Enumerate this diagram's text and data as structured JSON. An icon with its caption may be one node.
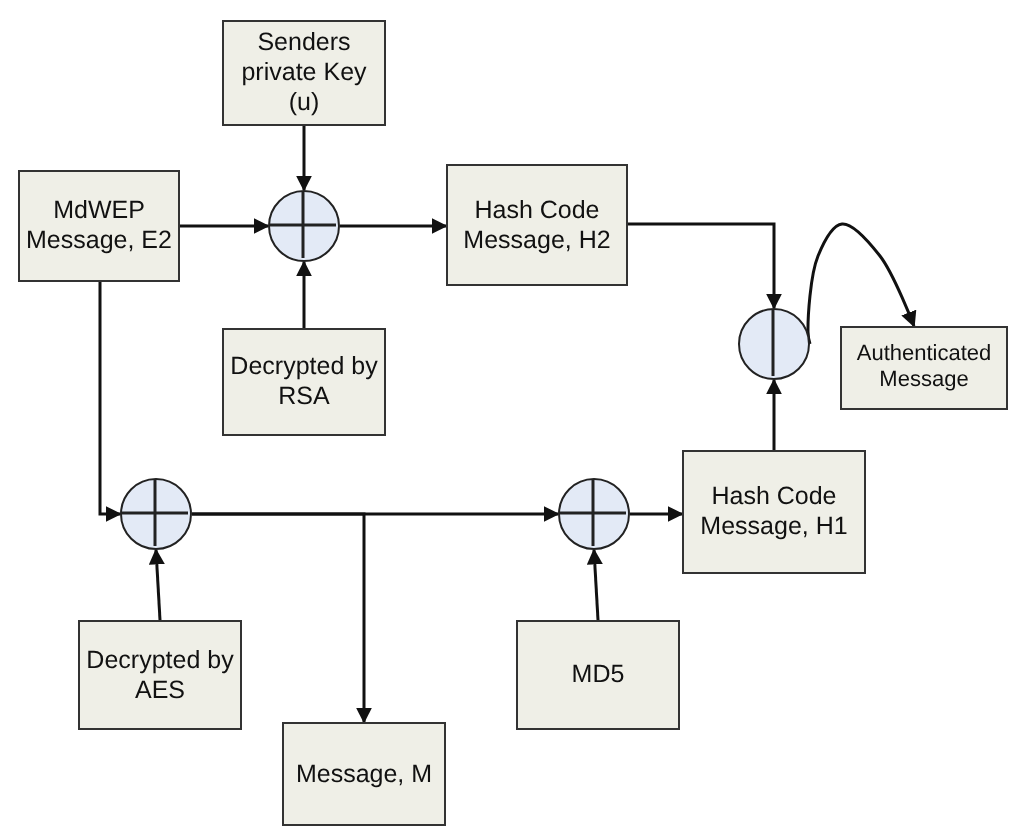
{
  "diagram": {
    "nodes": [
      {
        "text": [
          "Senders private Key (u)"
        ]
      },
      {
        "text": [
          "MdWEP Message, E2"
        ]
      },
      {
        "text": [],
        "shape": "circle"
      },
      {
        "text": [
          "Hash Code Message, H2"
        ]
      },
      {
        "text": [
          "Decrypted by RSA"
        ]
      },
      {
        "text": [],
        "shape": "circle"
      },
      {
        "text": [
          "Authenticated Message"
        ]
      },
      {
        "text": [],
        "shape": "circle"
      },
      {
        "text": [],
        "shape": "circle"
      },
      {
        "text": [
          "Hash Code Message, H1"
        ]
      },
      {
        "text": [
          "Decrypted by AES"
        ]
      },
      {
        "text": [
          "Message, M"
        ]
      },
      {
        "text": [
          "MD5"
        ]
      }
    ],
    "edges": [
      {
        "from": 0,
        "to": 2,
        "arrow": "to"
      },
      {
        "from": 1,
        "to": 2,
        "arrow": "to"
      },
      {
        "from": 4,
        "to": 2,
        "arrow": "to"
      },
      {
        "from": 2,
        "to": 3,
        "arrow": "to"
      },
      {
        "from": 3,
        "to": 5,
        "arrow": "to"
      },
      {
        "from": 9,
        "to": 5,
        "arrow": "to"
      },
      {
        "from": 5,
        "to": 6,
        "arrow": "to"
      },
      {
        "from": 1,
        "to": 7,
        "arrow": "to"
      },
      {
        "from": 10,
        "to": 7,
        "arrow": "to"
      },
      {
        "from": 7,
        "to": 8,
        "arrow": "to"
      },
      {
        "from": 7,
        "to": 11,
        "arrow": "to"
      },
      {
        "from": 12,
        "to": 8,
        "arrow": "to"
      },
      {
        "from": 8,
        "to": 9,
        "arrow": "to"
      }
    ]
  }
}
